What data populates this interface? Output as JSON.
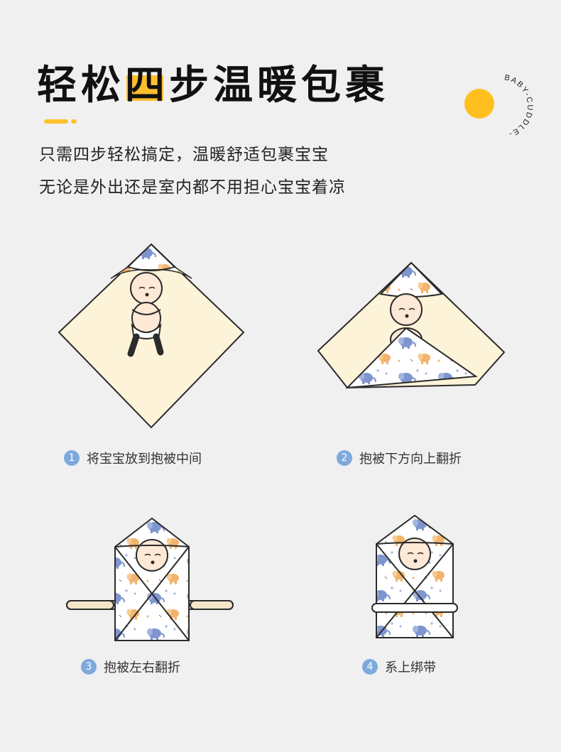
{
  "header": {
    "title_parts": [
      "轻松",
      "四",
      "步温暖包裹"
    ],
    "badge_text": "BABY-CUDDLE-",
    "subtitle_lines": [
      "只需四步轻松搞定，温暖舒适包裹宝宝",
      "无论是外出还是室内都不用担心宝宝着凉"
    ]
  },
  "steps": [
    {
      "number": "1",
      "label": "将宝宝放到抱被中间"
    },
    {
      "number": "2",
      "label": "抱被下方向上翻折"
    },
    {
      "number": "3",
      "label": "抱被左右翻折"
    },
    {
      "number": "4",
      "label": "系上绑带"
    }
  ],
  "colors": {
    "accent": "#ffbf2e",
    "blanket": "#fdf3d9",
    "outline": "#2b2b2b",
    "step_number_bg": "#7ea9dc",
    "elephant_blue": "#6f88c9",
    "elephant_orange": "#f2a85a",
    "band": "#f3e6c8"
  }
}
